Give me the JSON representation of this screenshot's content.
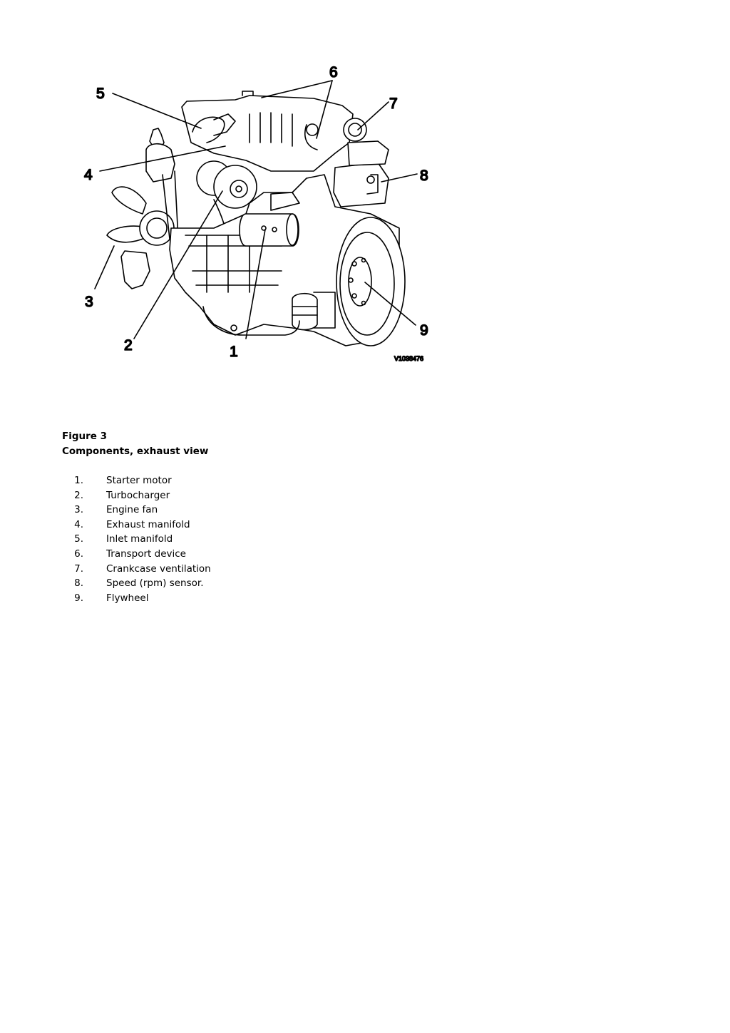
{
  "figure": {
    "callouts": [
      "1",
      "2",
      "3",
      "4",
      "5",
      "6",
      "7",
      "8",
      "9"
    ],
    "image_id": "V1038476",
    "caption_title": "Figure 3",
    "caption_subtitle": "Components, exhaust view"
  },
  "legend": {
    "items": [
      {
        "num": "1.",
        "label": "Starter motor"
      },
      {
        "num": "2.",
        "label": "Turbocharger"
      },
      {
        "num": "3.",
        "label": "Engine fan"
      },
      {
        "num": "4.",
        "label": "Exhaust manifold"
      },
      {
        "num": "5.",
        "label": "Inlet manifold"
      },
      {
        "num": "6.",
        "label": "Transport device"
      },
      {
        "num": "7.",
        "label": "Crankcase ventilation"
      },
      {
        "num": "8.",
        "label": "Speed (rpm) sensor."
      },
      {
        "num": "9.",
        "label": "Flywheel"
      }
    ]
  }
}
